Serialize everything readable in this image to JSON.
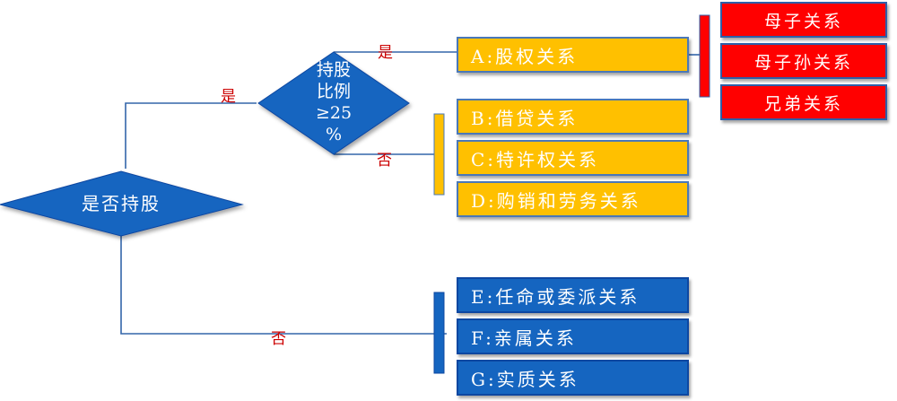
{
  "diamond_main": "是否持股",
  "diamond_ratio": [
    "持股",
    "比例",
    "≥25",
    "%"
  ],
  "edge_labels": {
    "main_yes": "是",
    "main_no": "否",
    "ratio_yes": "是",
    "ratio_no": "否"
  },
  "boxes": {
    "a": "A:股权关系",
    "b": "B:借贷关系",
    "c": "C:特许权关系",
    "d": "D:购销和劳务关系",
    "e": "E:任命或委派关系",
    "f": "F:亲属关系",
    "g": "G:实质关系"
  },
  "red_boxes": [
    "母子关系",
    "母子孙关系",
    "兄弟关系"
  ],
  "colors": {
    "blue": "#1565C0",
    "orange": "#FFC000",
    "red": "#FF0000",
    "line": "#3366aa",
    "label_red": "#cc0000"
  }
}
